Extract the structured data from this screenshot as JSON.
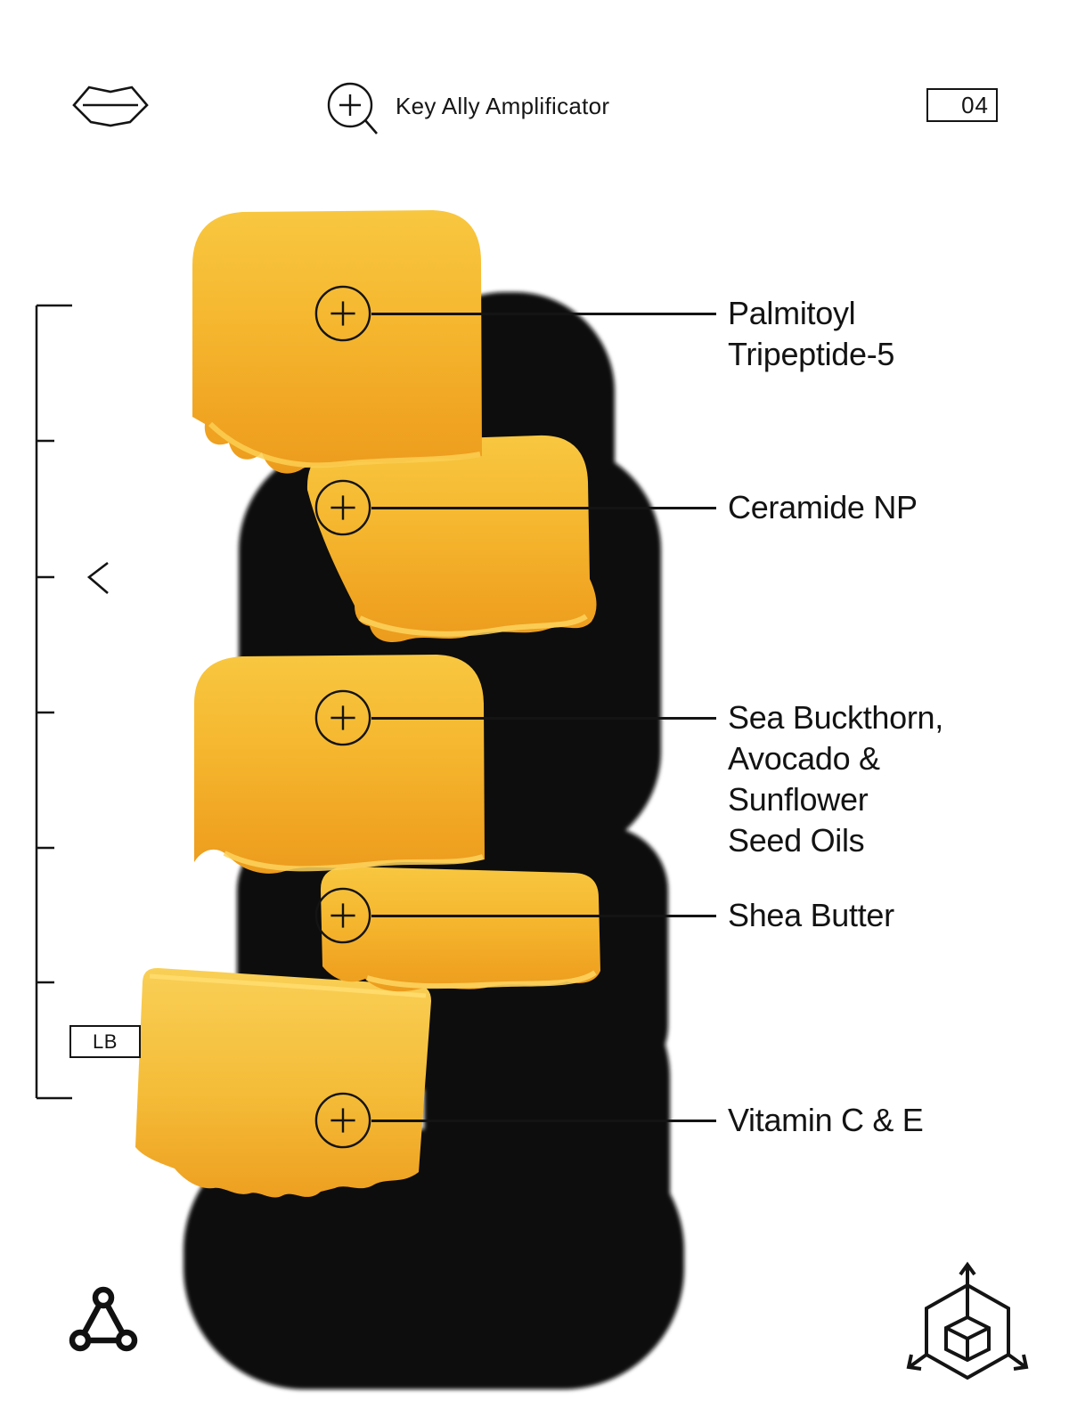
{
  "header": {
    "title": "Key Ally Amplificator",
    "page_number": "04"
  },
  "icons": {
    "brand": "lips-icon",
    "title_icon": "magnifier-plus-icon",
    "nav_prev": "chevron-left-icon",
    "callout_marker": "plus-circle-icon",
    "footer_left": "triangle-molecule-icon",
    "footer_right": "cube-3d-axes-icon"
  },
  "scale": {
    "unit_label": "LB"
  },
  "callouts": [
    {
      "label": "Palmitoyl Tripeptide-5",
      "lines": [
        "Palmitoyl",
        "Tripeptide-5"
      ]
    },
    {
      "label": "Ceramide NP",
      "lines": [
        "Ceramide NP"
      ]
    },
    {
      "label": "Sea Buckthorn, Avocado & Sunflower Seed Oils",
      "lines": [
        "Sea Buckthorn,",
        "Avocado &",
        "Sunflower",
        "Seed Oils"
      ]
    },
    {
      "label": "Shea Butter",
      "lines": [
        "Shea Butter"
      ]
    },
    {
      "label": "Vitamin C & E",
      "lines": [
        "Vitamin C & E"
      ]
    }
  ],
  "colors": {
    "background": "#ffffff",
    "ink": "#141414",
    "shadow": "#0f0f0f",
    "balm_light": "#f8c843",
    "balm_mid": "#f4b42c",
    "balm_deep": "#ec9e1d",
    "balm_edge_highlight": "#fdd35e"
  }
}
